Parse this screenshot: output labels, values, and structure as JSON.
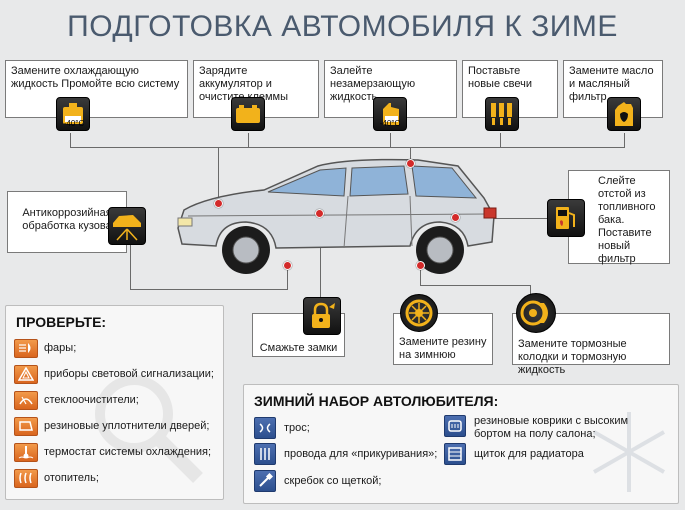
{
  "title": "ПОДГОТОВКА АВТОМОБИЛЯ К ЗИМЕ",
  "callouts": {
    "coolant": "Замените охлаждающую жидкость Промойте всю систему",
    "coolant_badge": "-40°C",
    "battery": "Зарядите аккумулятор и очистите клеммы",
    "washer": "Залейте незамерзающую жидкость",
    "washer_badge": "-40°C",
    "plugs": "Поставьте новые свечи",
    "oil": "Замените масло и масляный фильтр",
    "fuel": "Слейте отстой из топливного бака. Поставите новый фильтр",
    "anticorrosion": "Антикоррозийная обработка кузова",
    "locks": "Смажьте замки",
    "tires": "Замените резину на зимнюю",
    "brakes": "Замените тормозные колодки и тормозную жидкость"
  },
  "check": {
    "heading": "ПРОВЕРЬТЕ:",
    "items": [
      "фары;",
      "приборы световой сигнализации;",
      "стеклоочистители;",
      "резиновые уплотнители дверей;",
      "термостат системы охлаждения;",
      "отопитель;"
    ]
  },
  "kit": {
    "heading": "ЗИМНИЙ НАБОР АВТОЛЮБИТЕЛЯ:",
    "items": [
      "трос;",
      "провода для «прикуривания»;",
      "скребок со щеткой;",
      "резиновые коврики с высоким бортом на полу салона;",
      "щиток для радиатора"
    ]
  },
  "colors": {
    "title": "#4a5a6e",
    "dot": "#d32a2a",
    "icon_yellow": "#f2b21b",
    "check_orange": "#e57c2b",
    "kit_blue": "#3b5fa0"
  }
}
